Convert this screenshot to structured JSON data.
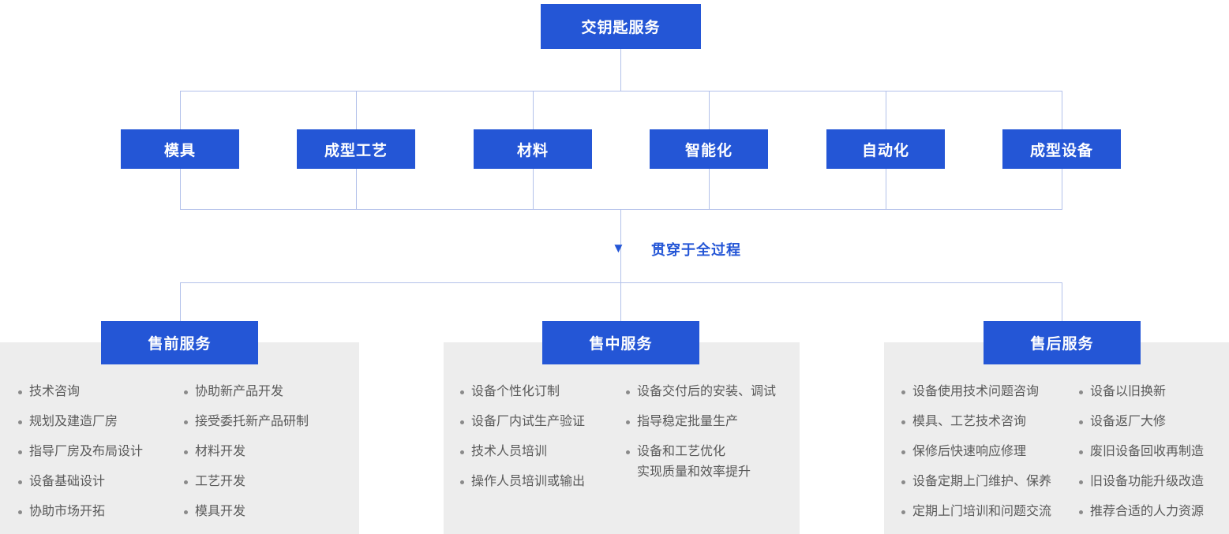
{
  "colors": {
    "accent_blue": "#2456d6",
    "connector_line": "#b3c1ea",
    "panel_background": "#ededed",
    "list_text": "#5a5a5a"
  },
  "root": {
    "label": "交钥匙服务"
  },
  "capabilities": [
    "模具",
    "成型工艺",
    "材料",
    "智能化",
    "自动化",
    "成型设备"
  ],
  "process_note": {
    "arrow_icon": "▼",
    "label": "贯穿于全过程"
  },
  "panels": [
    {
      "title": "售前服务",
      "col1": [
        "技术咨询",
        "规划及建造厂房",
        "指导厂房及布局设计",
        "设备基础设计",
        "协助市场开拓"
      ],
      "col2": [
        "协助新产品开发",
        "接受委托新产品研制",
        "材料开发",
        "工艺开发",
        "模具开发"
      ]
    },
    {
      "title": "售中服务",
      "col1": [
        "设备个性化订制",
        "设备厂内试生产验证",
        "技术人员培训",
        "操作人员培训或输出"
      ],
      "col2": [
        "设备交付后的安装、调试",
        "指导稳定批量生产",
        "设备和工艺优化\n实现质量和效率提升"
      ]
    },
    {
      "title": "售后服务",
      "col1": [
        "设备使用技术问题咨询",
        "模具、工艺技术咨询",
        "保修后快速响应修理",
        "设备定期上门维护、保养",
        "定期上门培训和问题交流"
      ],
      "col2": [
        "设备以旧换新",
        "设备返厂大修",
        "废旧设备回收再制造",
        "旧设备功能升级改造",
        "推荐合适的人力资源"
      ]
    }
  ]
}
